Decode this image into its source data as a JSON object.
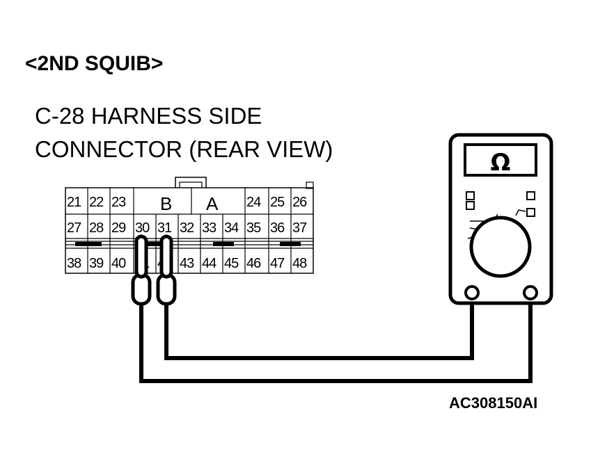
{
  "title": "<2ND SQUIB>",
  "connector_label": {
    "line1": "C-28 HARNESS SIDE",
    "line2": "CONNECTOR (REAR VIEW)"
  },
  "section_labels": {
    "b": "B",
    "a": "A"
  },
  "pins": {
    "row1_left": [
      "21",
      "22",
      "23"
    ],
    "row1_right": [
      "24",
      "25",
      "26"
    ],
    "row2": [
      "27",
      "28",
      "29",
      "30",
      "31",
      "32",
      "33",
      "34",
      "35",
      "36",
      "37"
    ],
    "row3": [
      "38",
      "39",
      "40",
      "41",
      "42",
      "43",
      "44",
      "45",
      "46",
      "47",
      "48"
    ]
  },
  "meter": {
    "symbol": "Ω"
  },
  "figure_code": "AC308150AI"
}
